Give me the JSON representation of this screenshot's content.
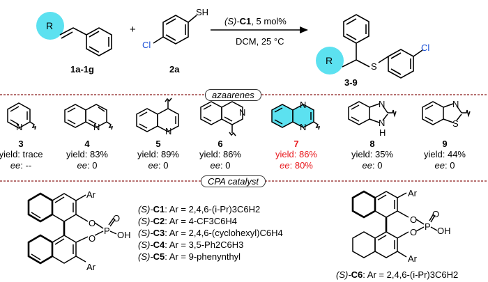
{
  "reaction": {
    "styrene_R": "R",
    "reactant1_label": "1a-1g",
    "plus": "+",
    "thiol_SH": "SH",
    "thiol_Cl": "Cl",
    "reactant2_label": "2a",
    "catalyst_prefix": "(S)-",
    "catalyst_name": "C1",
    "catalyst_loading": ", 5 mol%",
    "conditions": "DCM, 25 °C",
    "product_R": "R",
    "product_S": "S",
    "product_Cl": "Cl",
    "product_label": "3-9"
  },
  "azaarenes_section": {
    "title": "azaarenes",
    "compounds": [
      {
        "number": "3",
        "yield_line": "yield: trace",
        "ee_label": "ee",
        "ee_value": ": --",
        "highlight": false
      },
      {
        "number": "4",
        "yield_line": "yield: 83%",
        "ee_label": "ee",
        "ee_value": ": 0",
        "highlight": false
      },
      {
        "number": "5",
        "yield_line": "yield: 89%",
        "ee_label": "ee",
        "ee_value": ": 0",
        "highlight": false
      },
      {
        "number": "6",
        "yield_line": "yield: 86%",
        "ee_label": "ee",
        "ee_value": ": 0",
        "highlight": false
      },
      {
        "number": "7",
        "yield_line": "yield: 86%",
        "ee_label": "ee",
        "ee_value": ": 80%",
        "highlight": true
      },
      {
        "number": "8",
        "yield_line": "yield: 35%",
        "ee_label": "ee",
        "ee_value": ": 0",
        "highlight": false
      },
      {
        "number": "9",
        "yield_line": "yield: 44%",
        "ee_label": "ee",
        "ee_value": ": 0",
        "highlight": false
      }
    ],
    "atom_N": "N",
    "atom_H": "H",
    "atom_S": "S"
  },
  "cpa_section": {
    "title": "CPA catalyst",
    "binol_atoms": {
      "Ar_top": "Ar",
      "Ar_bottom": "Ar",
      "O1": "O",
      "O2": "O",
      "P": "P",
      "O_double": "O",
      "OH": "OH"
    },
    "catalysts": [
      {
        "prefix": "(S)-",
        "name": "C1",
        "desc": ": Ar = 2,4,6-(i-Pr)3C6H2"
      },
      {
        "prefix": "(S)-",
        "name": "C2",
        "desc": ": Ar = 4-CF3C6H4"
      },
      {
        "prefix": "(S)-",
        "name": "C3",
        "desc": ": Ar = 2,4,6-(cyclohexyl)C6H4"
      },
      {
        "prefix": "(S)-",
        "name": "C4",
        "desc": ": Ar = 3,5-Ph2C6H3"
      },
      {
        "prefix": "(S)-",
        "name": "C5",
        "desc": ": Ar = 9-phenynthyl"
      }
    ],
    "c6": {
      "prefix": "(S)-",
      "name": "C6",
      "desc": ": Ar = 2,4,6-(i-Pr)3C6H2"
    }
  },
  "colors": {
    "accent_fill": "#5ce1f0",
    "divider": "#8b1a1a",
    "highlight_text": "#e8161b"
  }
}
